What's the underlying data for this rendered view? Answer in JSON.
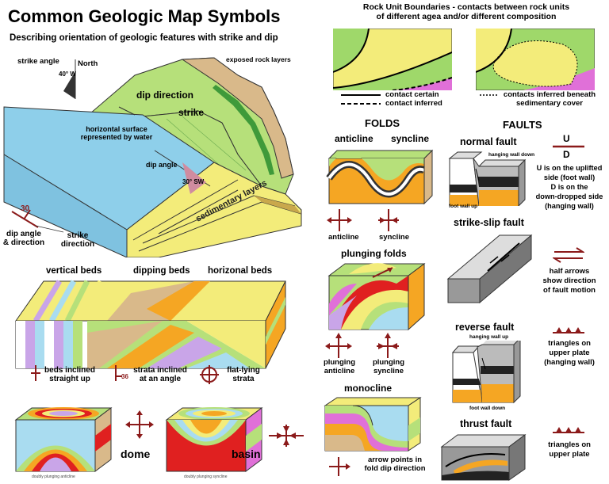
{
  "title": "Common Geologic Map Symbols",
  "subtitle": "Describing orientation of geologic features with strike and dip",
  "block": {
    "strike_angle": "strike angle",
    "north": "North",
    "angle_40w": "40° W",
    "exposed": "exposed rock layers",
    "dip_direction": "dip direction",
    "strike": "strike",
    "horizontal_1": "horizontal surface",
    "horizontal_2": "represented by water",
    "dip_angle": "dip angle",
    "angle_30sw": "30° SW",
    "sedimentary": "sedimentary layers",
    "num_30": "30",
    "dip_dir_1": "dip angle",
    "dip_dir_2": "& direction",
    "strike_dir_1": "strike",
    "strike_dir_2": "direction"
  },
  "beds": {
    "vertical": "vertical beds",
    "dipping": "dipping beds",
    "horizontal": "horizonal beds",
    "sym_vertical_1": "beds inclined",
    "sym_vertical_2": "straight up",
    "num_36": "36",
    "sym_dipping_1": "strata inclined",
    "sym_dipping_2": "at an angle",
    "sym_flat_1": "flat-lying",
    "sym_flat_2": "strata"
  },
  "domes": {
    "dome": "dome",
    "basin": "basin",
    "dome_caption": "doubly plunging anticline",
    "basin_caption": "doubly plunging syncline"
  },
  "contacts": {
    "title_1": "Rock Unit Boundaries - contacts between rock units",
    "title_2": "of different agea and/or different composition",
    "certain": "contact certain",
    "inferred": "contact inferred",
    "beneath_1": "contacts inferred beneath",
    "beneath_2": "sedimentary cover"
  },
  "folds": {
    "heading": "FOLDS",
    "anticline": "anticline",
    "syncline": "syncline",
    "anticline_sym": "anticline",
    "syncline_sym": "syncline",
    "plunging": "plunging folds",
    "plunging_anticline_1": "plunging",
    "plunging_anticline_2": "anticline",
    "plunging_syncline_1": "plunging",
    "plunging_syncline_2": "syncline",
    "monocline": "monocline",
    "mono_note_1": "arrow points in",
    "mono_note_2": "fold dip direction"
  },
  "faults": {
    "heading": "FAULTS",
    "normal": "normal fault",
    "hanging_down": "hanging wall down",
    "foot_up": "foot wall up",
    "U": "U",
    "D": "D",
    "normal_note_1": "U is on the uplifted",
    "normal_note_2": "side (foot wall)",
    "normal_note_3": "D is on the",
    "normal_note_4": "down-dropped side",
    "normal_note_5": "(hanging wall)",
    "strike_slip": "strike-slip fault",
    "ss_note_1": "half arrows",
    "ss_note_2": "show direction",
    "ss_note_3": "of fault motion",
    "reverse": "reverse fault",
    "hanging_up": "hanging wall up",
    "foot_down": "foot wall down",
    "rev_note_1": "triangles on",
    "rev_note_2": "upper plate",
    "rev_note_3": "(hanging wall)",
    "thrust": "thrust fault",
    "thr_note_1": "triangles on",
    "thr_note_2": "upper plate"
  },
  "colors": {
    "symbol": "#8b1a1a",
    "contact_green": "#9fd86a",
    "contact_pink": "#e070d8",
    "contact_yellow": "#f3ec7a"
  }
}
